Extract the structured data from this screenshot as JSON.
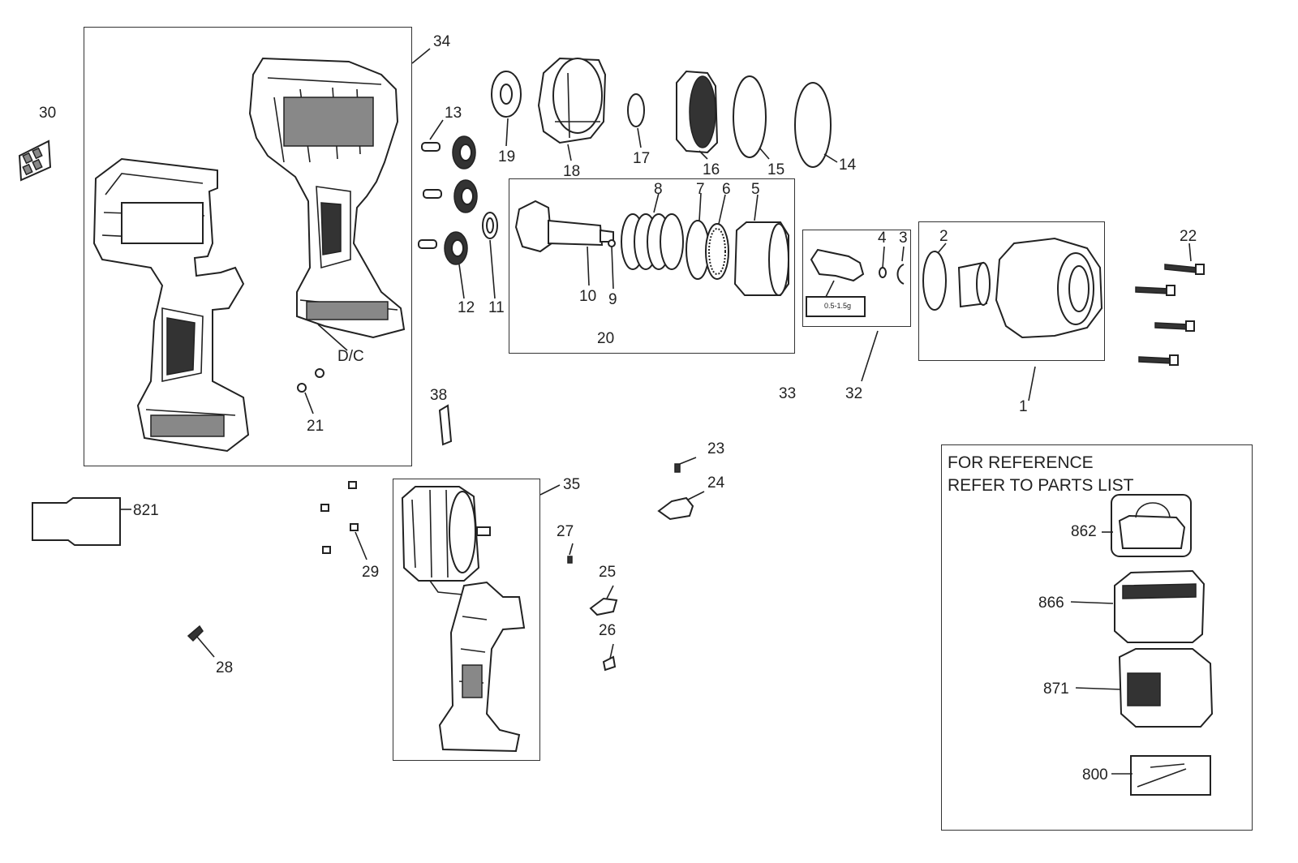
{
  "callouts": {
    "p1": "1",
    "p2": "2",
    "p3": "3",
    "p4": "4",
    "p5": "5",
    "p6": "6",
    "p7": "7",
    "p8": "8",
    "p9": "9",
    "p10": "10",
    "p11": "11",
    "p12": "12",
    "p13": "13",
    "p14": "14",
    "p15": "15",
    "p16": "16",
    "p17": "17",
    "p18": "18",
    "p19": "19",
    "p20": "20",
    "p21": "21",
    "p22": "22",
    "p23": "23",
    "p24": "24",
    "p25": "25",
    "p26": "26",
    "p27": "27",
    "p28": "28",
    "p29": "29",
    "p30": "30",
    "p32": "32",
    "p33": "33",
    "p34": "34",
    "p35": "35",
    "p38": "38",
    "dc": "D/C",
    "p800": "800",
    "p821": "821",
    "p862": "862",
    "p866": "866",
    "p871": "871"
  },
  "reference_box": {
    "line1": "FOR REFERENCE",
    "line2": "REFER TO PARTS LIST"
  },
  "grease_label": "0.5-1.5g"
}
